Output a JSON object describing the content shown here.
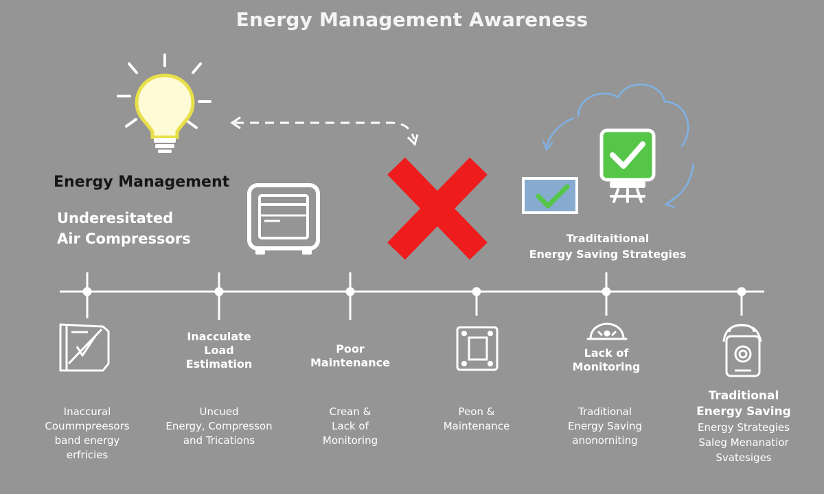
{
  "title": "Energy Management Awareness",
  "left": {
    "heading": "Energy Management",
    "line1": "Underesitated",
    "line2": "Air Compressors"
  },
  "right": {
    "line1": "Traditaitional",
    "line2": "Energy Saving Strategies"
  },
  "timeline": [
    {
      "label": [],
      "desc": [
        "Inaccural",
        "Coummpreesors",
        "band energy",
        "erfricies"
      ]
    },
    {
      "label": [
        "Inacculate",
        "Load",
        "Estimation"
      ],
      "desc": [
        "Uncued",
        "Energy, Compresson",
        "and Trications"
      ]
    },
    {
      "label": [
        "Poor",
        "Maintenance"
      ],
      "desc": [
        "Crean &",
        "Lack of",
        "Monitoring"
      ]
    },
    {
      "label": [],
      "desc": [
        "Peon &",
        "Maintenance"
      ]
    },
    {
      "label": [
        "Lack of",
        "Monitoring"
      ],
      "desc": [
        "Traditional",
        "Energy Saving",
        "anonorniting"
      ]
    },
    {
      "label": [],
      "desc_bold": [
        "Traditional",
        "Energy Saving"
      ],
      "desc": [
        "Energy Strategies",
        "Saleg Menanatior",
        "Svatesiges"
      ]
    }
  ],
  "colors": {
    "background": "#959595",
    "bulb": "#e8e04a",
    "cross": "#ee1c1c",
    "check_green": "#55c648",
    "cloud_blue": "#7fb2e6"
  },
  "icons": [
    "lightbulb-icon",
    "compressor-icon",
    "cross-icon",
    "cloud-icon",
    "check-icon",
    "monitor-icon",
    "blueprint-icon",
    "panel-icon",
    "gauge-icon",
    "meter-icon"
  ]
}
